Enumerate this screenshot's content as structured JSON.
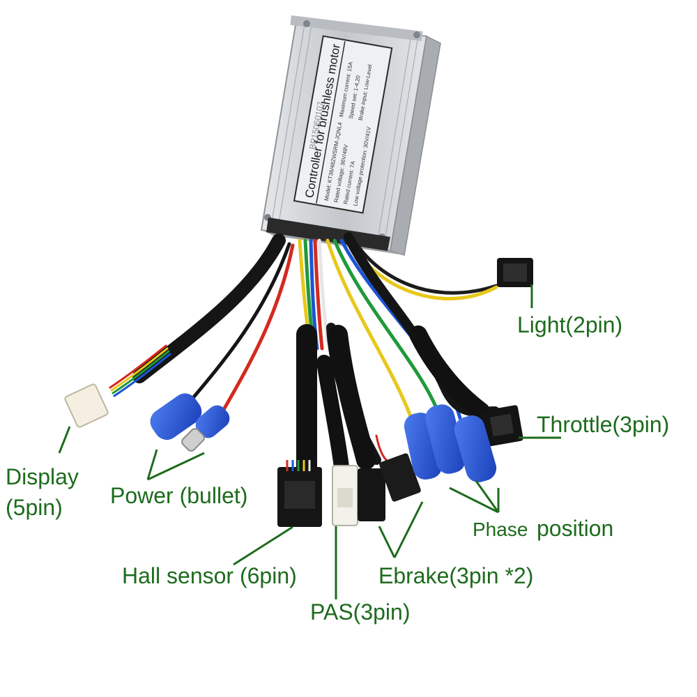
{
  "controller": {
    "title": "Controller for brushless motor",
    "serial": "BP15050107",
    "spec_lines": [
      "Model: KT36/48ZWSRM-JQNL4",
      "Rated voltage: 36V/48V",
      "Rated current: 7A",
      "Low voltage protection: 30V/41V"
    ],
    "spec_lines_right": [
      "Maximum current: 15A",
      "Speed set: 1-4,20",
      "Brake input: Low-Level"
    ]
  },
  "labels": {
    "light": "Light(2pin)",
    "throttle": "Throttle(3pin)",
    "display_line1": "Display",
    "display_line2": "(5pin)",
    "power": "Power (bullet)",
    "phase_word1": "Phase",
    "phase_word2": "position",
    "hall": "Hall sensor (6pin)",
    "ebrake": "Ebrake(3pin *2)",
    "pas": "PAS(3pin)"
  },
  "colors": {
    "label_green": "#1d6b1d",
    "casing": "#c9ccd0",
    "connector_blue": "#1f4fd6",
    "wire_yellow": "#e7c81a",
    "wire_green": "#1f9a3a",
    "wire_blue": "#1c55d4",
    "wire_red": "#d42a1f"
  }
}
